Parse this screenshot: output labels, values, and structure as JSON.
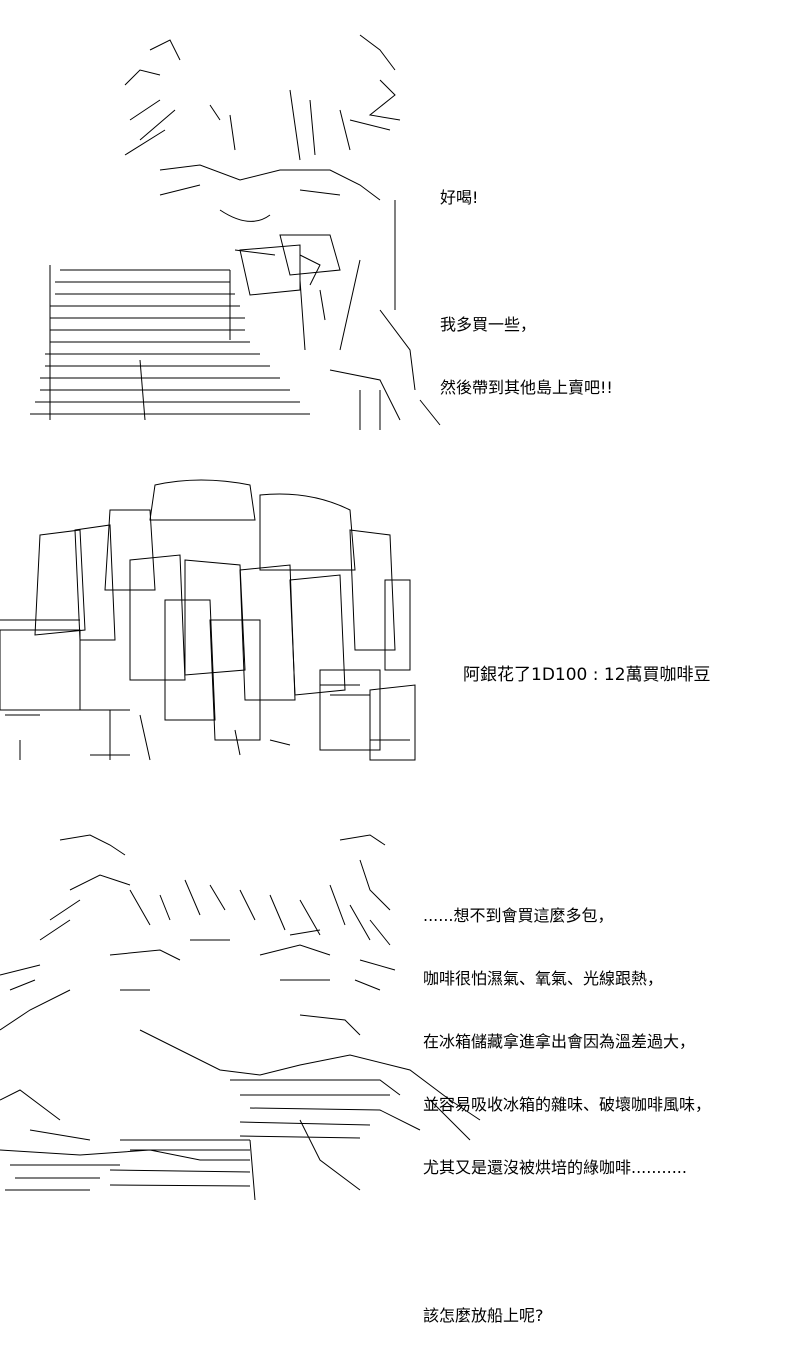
{
  "panel1": {
    "lines_a": [
      "好喝!"
    ],
    "lines_b": [
      "我多買一些，",
      "然後帶到其他島上賣吧!!"
    ]
  },
  "panel2": {
    "line": "阿銀花了1D100 : 12萬買咖啡豆"
  },
  "panel3": {
    "lines_a": [
      "......想不到會買這麼多包，",
      "咖啡很怕濕氣、氧氣、光線跟熱，",
      "在冰箱儲藏拿進拿出會因為溫差過大，",
      "並容易吸收冰箱的雜味、破壞咖啡風味，",
      "尤其又是還沒被烘培的綠咖啡..........."
    ],
    "lines_b": [
      "該怎麼放船上呢?"
    ]
  },
  "colors": {
    "background": "#ffffff",
    "ink": "#000000"
  }
}
